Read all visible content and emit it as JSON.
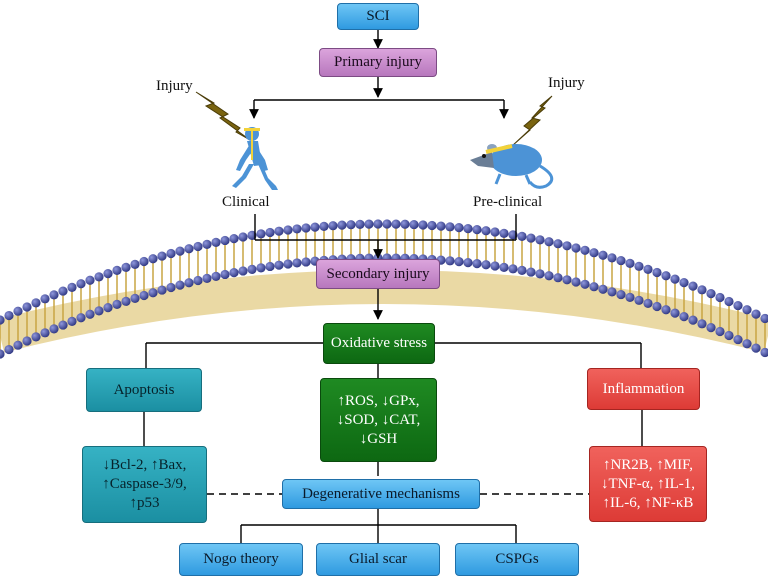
{
  "nodes": {
    "sci": "SCI",
    "primary_injury": "Primary injury",
    "injury_left": "Injury",
    "injury_right": "Injury",
    "clinical": "Clinical",
    "preclinical": "Pre-clinical",
    "secondary_injury": "Secondary injury",
    "oxidative_stress": "Oxidative stress",
    "apoptosis": "Apoptosis",
    "inflammation": "Inflammation",
    "degenerative": "Degenerative mechanisms",
    "nogo": "Nogo theory",
    "glial_scar": "Glial scar",
    "cspgs": "CSPGs"
  },
  "markers": {
    "oxidative": [
      "↑ROS, ↓GPx,",
      "↓SOD, ↓CAT,",
      "↓GSH"
    ],
    "apoptosis": [
      "↓Bcl-2, ↑Bax,",
      "↑Caspase-3/9,",
      "↑p53"
    ],
    "inflammation": [
      "↑NR2B, ↑MIF,",
      "↓TNF-α, ↑IL-1,",
      "↑IL-6, ↑NF-κB"
    ]
  },
  "colors": {
    "blue_box": "#2f9ae0",
    "mauve_box": "#b777bd",
    "green_box": "#0d6812",
    "teal_box": "#1b8fa2",
    "red_box": "#dd3b36",
    "membrane_head": "#4a55a8",
    "membrane_tail": "#d9b95a",
    "lightning": "#7a6410",
    "figure_blue": "#4c93d6"
  }
}
